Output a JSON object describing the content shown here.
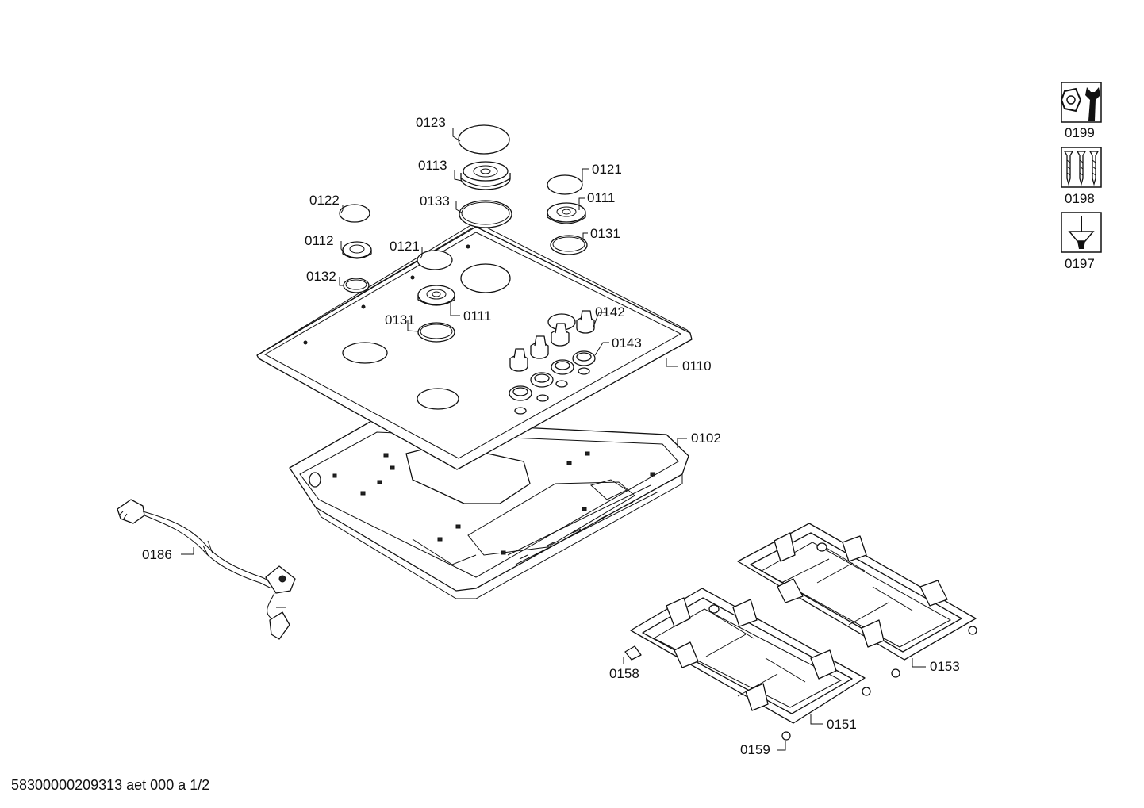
{
  "footer": {
    "doc_id": "58300000209313 aet 000 a 1/2"
  },
  "labels": {
    "p0123": "0123",
    "p0113": "0113",
    "p0121a": "0121",
    "p0133": "0133",
    "p0111a": "0111",
    "p0122": "0122",
    "p0131a": "0131",
    "p0112": "0112",
    "p0121b": "0121",
    "p0132": "0132",
    "p0111b": "0111",
    "p0131b": "0131",
    "p0142": "0142",
    "p0143": "0143",
    "p0110": "0110",
    "p0102": "0102",
    "p0186": "0186",
    "p0158": "0158",
    "p0153": "0153",
    "p0151": "0151",
    "p0159": "0159"
  },
  "legend": {
    "tools": "0199",
    "screws": "0198",
    "screwdriver": "0197"
  },
  "icons": [
    "wrench-nut-icon",
    "screws-icon",
    "screwdriver-icon"
  ]
}
